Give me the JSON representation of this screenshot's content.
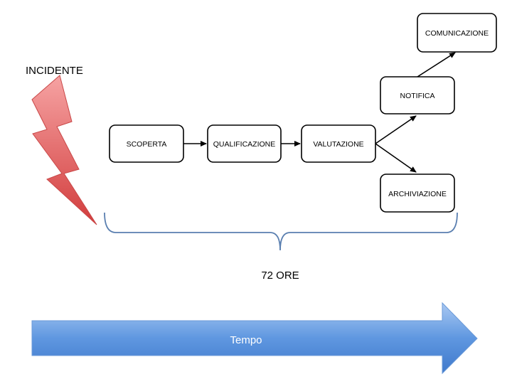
{
  "incident": {
    "label": "INCIDENTE",
    "color": "#d94a4a"
  },
  "steps": {
    "discovery": "SCOPERTA",
    "qualification": "QUALIFICAZIONE",
    "evaluation": "VALUTAZIONE",
    "notification": "NOTIFICA",
    "archiving": "ARCHIVIAZIONE",
    "communication": "COMUNICAZIONE"
  },
  "duration": {
    "label": "72 ORE",
    "brace_color": "#5a7fb0"
  },
  "timeline": {
    "label": "Tempo",
    "color": "#4a86d8"
  }
}
